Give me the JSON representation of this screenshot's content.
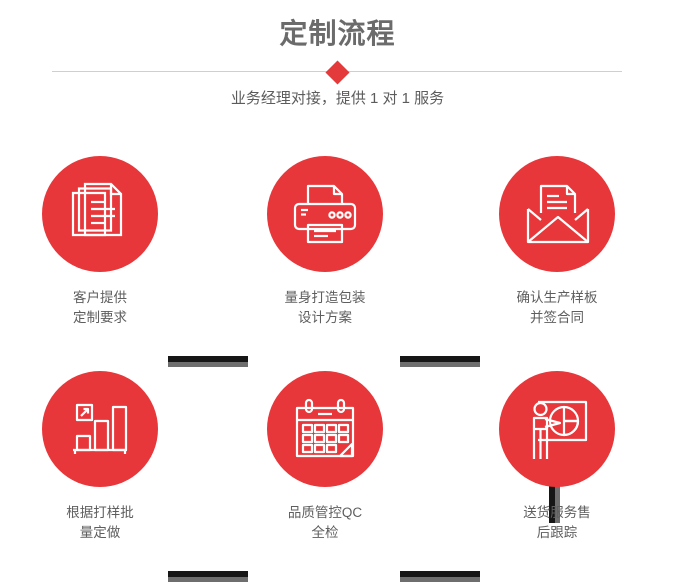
{
  "header": {
    "title": "定制流程",
    "subtitle": "业务经理对接，提供 1 对 1 服务",
    "accent_color": "#e8373a",
    "divider_color": "#cfcfcf",
    "title_color": "#6b6b6b"
  },
  "steps": [
    {
      "icon": "documents-stack-icon",
      "label": "客户提供\n定制要求"
    },
    {
      "icon": "printer-icon",
      "label": "量身打造包装\n设计方案"
    },
    {
      "icon": "envelope-document-icon",
      "label": "确认生产样板\n并签合同"
    },
    {
      "icon": "bar-chart-growth-icon",
      "label": "根据打样批\n量定做"
    },
    {
      "icon": "calendar-icon",
      "label": "品质管控QC\n全检"
    },
    {
      "icon": "presenter-pie-chart-icon",
      "label": "送货服务售\n后跟踪"
    }
  ],
  "connectors": {
    "dark_color": "#161616",
    "light_color": "#6e6e6e"
  }
}
